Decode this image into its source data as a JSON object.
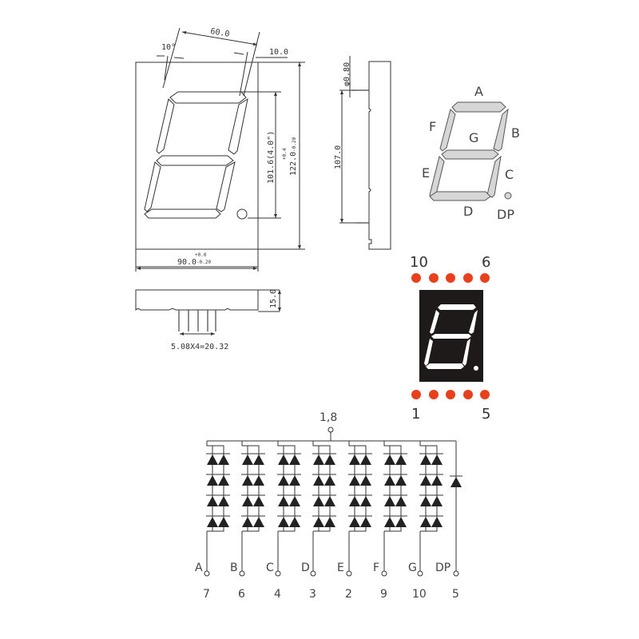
{
  "front_view": {
    "angle": "10°",
    "top_width": "60.0",
    "seg_width": "10.0",
    "digit_height": "101.6(4.0\")",
    "body_height": "122.0",
    "body_height_tol_plus": "+0.4",
    "body_height_tol_minus": "-0.20",
    "body_width": "90.0",
    "body_width_tol_plus": "+0.0",
    "body_width_tol_minus": "-0.20"
  },
  "bottom_view": {
    "thickness": "15.0",
    "pin_pitch": "5.08X4=20.32"
  },
  "side_view": {
    "pin_diameter": "φ0.80",
    "pin_span": "107.0"
  },
  "segment_map": {
    "labels": [
      "A",
      "B",
      "C",
      "D",
      "E",
      "F",
      "G",
      "DP"
    ],
    "segment_color": "#d6d6d6"
  },
  "pinout": {
    "top_left": "10",
    "top_right": "6",
    "bottom_left": "1",
    "bottom_right": "5",
    "pin_color": "#e8401c",
    "body_color": "#1e1a1a",
    "segment_color": "#ffffff"
  },
  "schematic": {
    "common": "1,8",
    "pins": [
      {
        "segment": "A",
        "pin": "7"
      },
      {
        "segment": "B",
        "pin": "6"
      },
      {
        "segment": "C",
        "pin": "4"
      },
      {
        "segment": "D",
        "pin": "3"
      },
      {
        "segment": "E",
        "pin": "2"
      },
      {
        "segment": "F",
        "pin": "9"
      },
      {
        "segment": "G",
        "pin": "10"
      },
      {
        "segment": "DP",
        "pin": "5"
      }
    ]
  }
}
